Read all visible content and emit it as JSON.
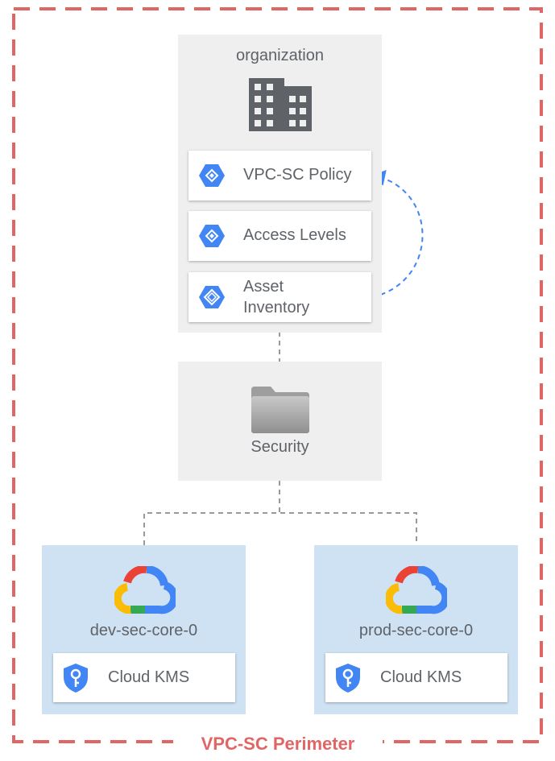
{
  "perimeter": {
    "label": "VPC-SC Perimeter",
    "color": "#e06666"
  },
  "organization": {
    "title": "organization",
    "icon": "building-icon",
    "cards": [
      {
        "label": "VPC-SC Policy",
        "icon": "vpc-sc-hex-icon"
      },
      {
        "label": "Access Levels",
        "icon": "vpc-sc-hex-icon"
      },
      {
        "label_line1": "Asset",
        "label_line2": "Inventory",
        "icon": "asset-inventory-hex-icon"
      }
    ]
  },
  "folder": {
    "label": "Security",
    "icon": "folder-icon"
  },
  "projects": [
    {
      "label": "dev-sec-core-0",
      "icon": "google-cloud-icon",
      "service": {
        "label": "Cloud KMS",
        "icon": "key-shield-icon"
      }
    },
    {
      "label": "prod-sec-core-0",
      "icon": "google-cloud-icon",
      "service": {
        "label": "Cloud KMS",
        "icon": "key-shield-icon"
      }
    }
  ],
  "colors": {
    "org_box": "#efefef",
    "project_box": "#cfe2f3",
    "icon_blue": "#4285f4",
    "connector_gray": "#999999",
    "arrow_blue": "#4285f4"
  }
}
